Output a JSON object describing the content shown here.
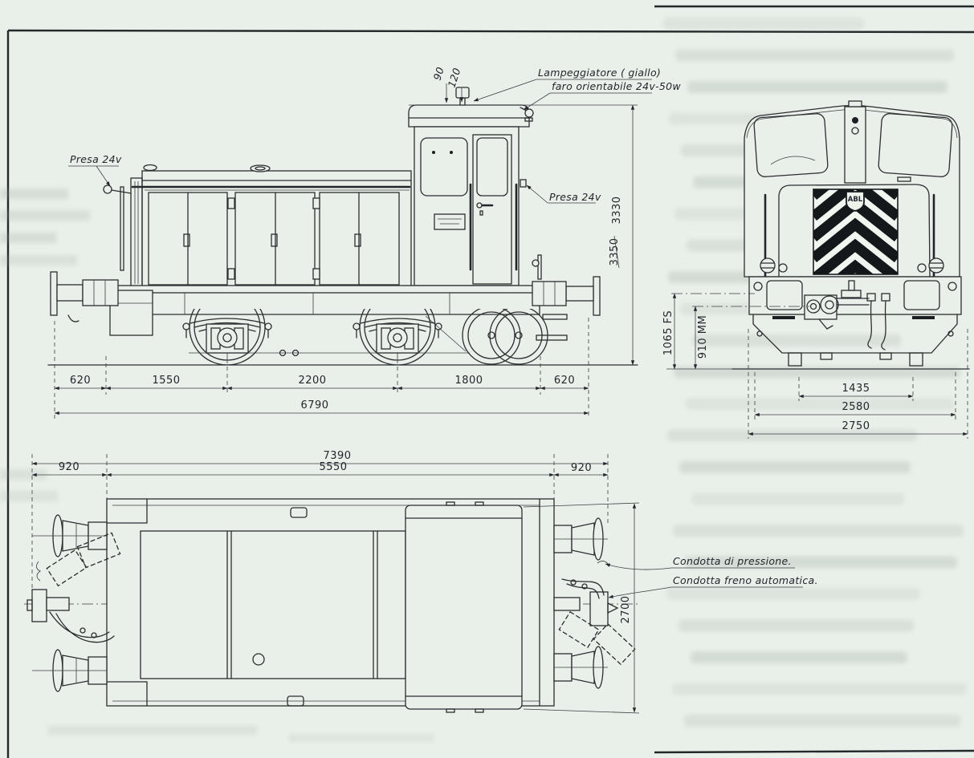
{
  "page": {
    "background": "#e9efe9",
    "ink": "#2b2e31"
  },
  "side_view": {
    "labels": {
      "lampeggiatore": "Lampeggiatore ( giallo)",
      "faro": "faro orientabile 24v-50w",
      "presa_front": "Presa 24v",
      "presa_cab": "Presa 24v",
      "offset_90": "90",
      "offset_120": "120"
    },
    "dims": {
      "height_total": "3330",
      "height_superseded": "3350",
      "bottom": [
        "620",
        "1550",
        "2200",
        "1800",
        "620"
      ],
      "total_length": "6790"
    }
  },
  "front_view": {
    "badge_text": "ABL",
    "dims": {
      "buffer_height": "1065 FS",
      "coupling_height": "910 MM",
      "wheel_gauge": "1435",
      "body_width": "2580",
      "overall_width": "2750"
    }
  },
  "top_view": {
    "dims": {
      "total_length": "7390",
      "frame_length": "5550",
      "overhang_left": "920",
      "overhang_right": "920",
      "cab_width": "2700"
    },
    "labels": {
      "pressure_pipe": "Condotta di pressione.",
      "brake_pipe": "Condotta freno automatica."
    }
  }
}
